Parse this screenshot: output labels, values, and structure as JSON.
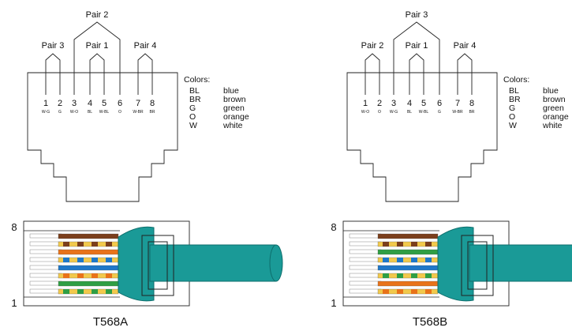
{
  "diagrams": [
    {
      "standard": "T568A",
      "pair_labels": [
        "Pair 2",
        "Pair 3",
        "Pair 1",
        "Pair 4"
      ],
      "pin_numbers": [
        "1",
        "2",
        "3",
        "4",
        "5",
        "6",
        "7",
        "8"
      ],
      "pin_colors": [
        "W-G",
        "G",
        "W-O",
        "BL",
        "W-BL",
        "O",
        "W-BR",
        "BR"
      ],
      "wires": [
        "#f2c94c|#2f9e44",
        "#2f9e44",
        "#f2c94c|#e8731a",
        "#1f78c8",
        "#f2c94c|#1f78c8",
        "#e8731a",
        "#f2c94c|#7b3f1c",
        "#7b3f1c"
      ]
    },
    {
      "standard": "T568B",
      "pair_labels": [
        "Pair 3",
        "Pair 2",
        "Pair 1",
        "Pair 4"
      ],
      "pin_numbers": [
        "1",
        "2",
        "3",
        "4",
        "5",
        "6",
        "7",
        "8"
      ],
      "pin_colors": [
        "W-O",
        "O",
        "W-G",
        "BL",
        "W-BL",
        "G",
        "W-BR",
        "BR"
      ],
      "wires": [
        "#f2c94c|#e8731a",
        "#e8731a",
        "#f2c94c|#2f9e44",
        "#1f78c8",
        "#f2c94c|#1f78c8",
        "#2f9e44",
        "#f2c94c|#7b3f1c",
        "#7b3f1c"
      ]
    }
  ],
  "legend": {
    "title": "Colors:",
    "entries": [
      {
        "code": "BL",
        "name": "blue"
      },
      {
        "code": "BR",
        "name": "brown"
      },
      {
        "code": "G",
        "name": "green"
      },
      {
        "code": "O",
        "name": "orange"
      },
      {
        "code": "W",
        "name": "white"
      }
    ]
  },
  "connector_labels": {
    "top": "8",
    "bottom": "1"
  },
  "colors": {
    "cable": "#1a9a97",
    "cable_dark": "#0d6e6c",
    "outline": "#222222"
  }
}
